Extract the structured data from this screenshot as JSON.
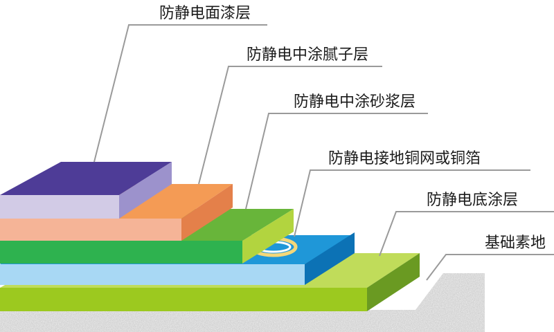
{
  "diagram": {
    "layers": [
      {
        "label": "防静电面漆层",
        "color": "#4d3e96"
      },
      {
        "label": "防静电中涂腻子层",
        "color": "#f29b55"
      },
      {
        "label": "防静电中涂砂浆层",
        "color": "#55a535"
      },
      {
        "label": "防静电接地铜网或铜箔",
        "color": "#1995d8"
      },
      {
        "label": "防静电底涂层",
        "color": "#8ec31f"
      },
      {
        "label": "基础素地",
        "color": "#cfcfcf"
      }
    ]
  }
}
